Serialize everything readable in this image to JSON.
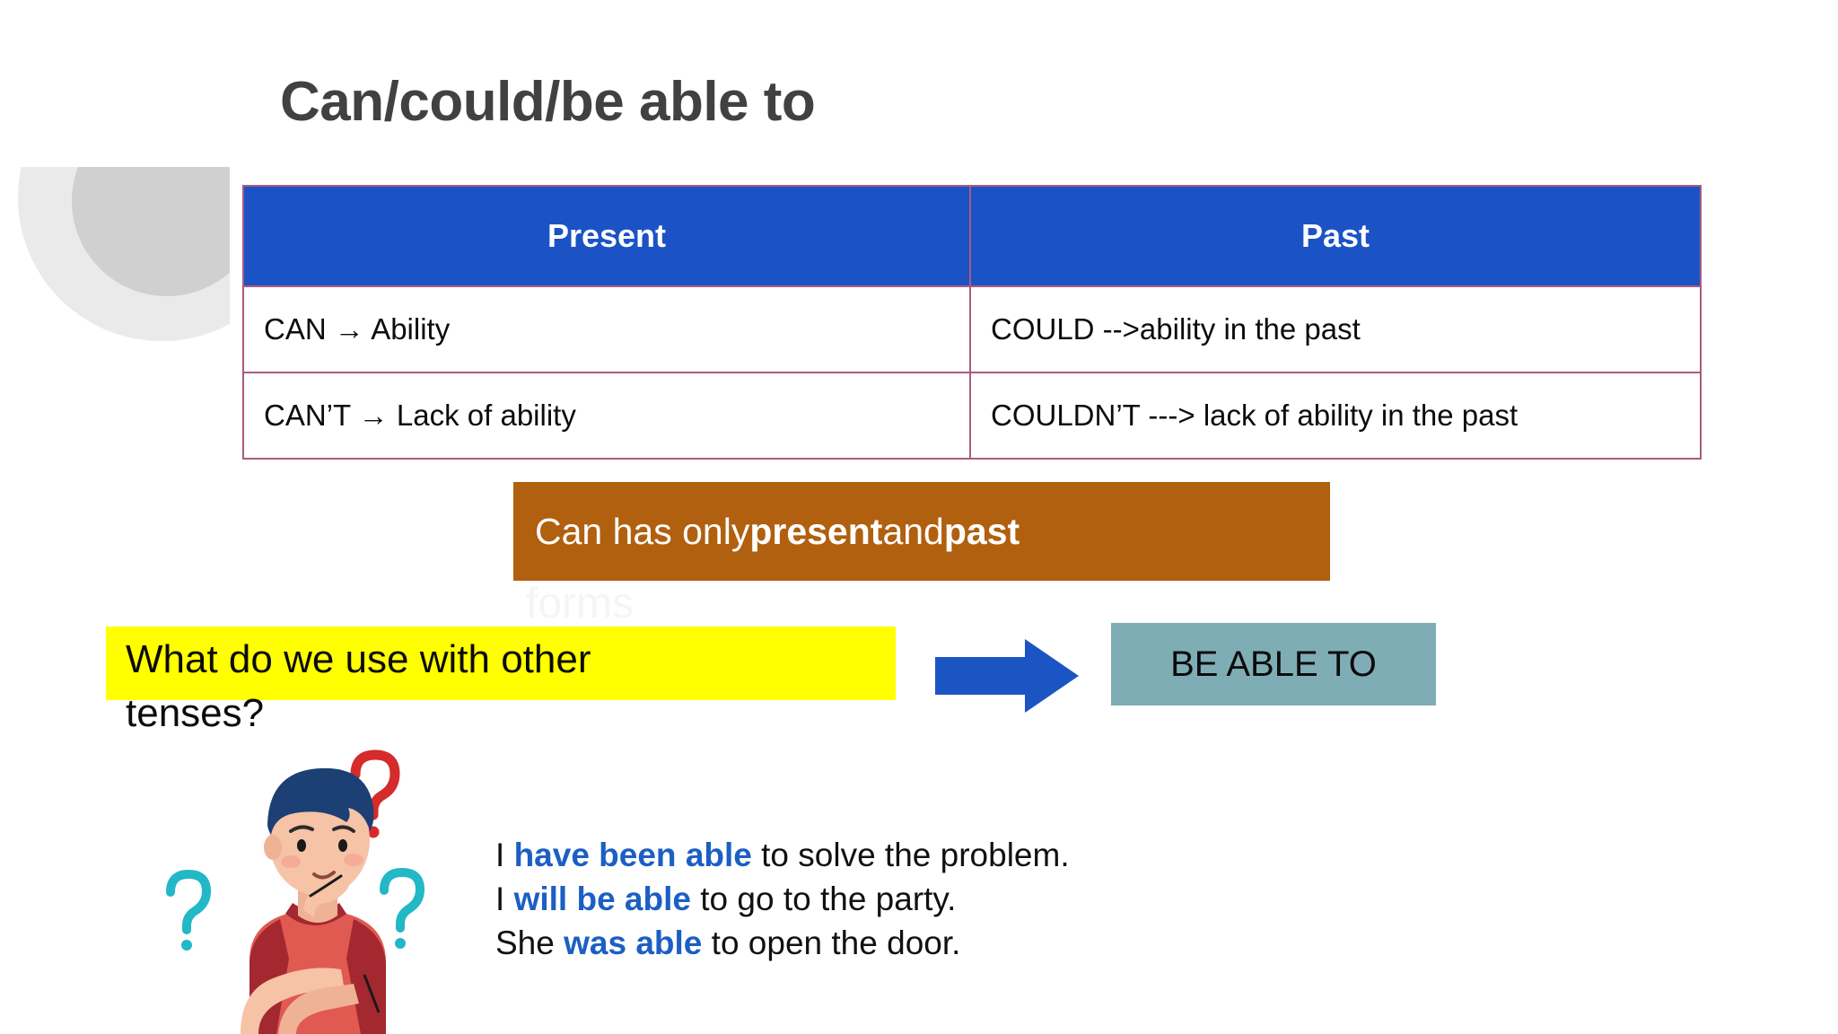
{
  "slide": {
    "title": "Can/could/be able to",
    "background_color": "#ffffff",
    "title_color": "#414141"
  },
  "decorations": {
    "circle_outer_color": "#eaeaea",
    "circle_inner_color": "#d0d0d0",
    "ghost_text": "forms",
    "ghost_text_color": "#f5f5f5"
  },
  "table": {
    "header_bg": "#1b53c7",
    "header_text_color": "#ffffff",
    "border_color": "#a85c7e",
    "columns": [
      "Present",
      "Past"
    ],
    "rows": [
      [
        "CAN → Ability",
        "COULD -->ability in the past"
      ],
      [
        "CAN’T → Lack of ability",
        "COULDN’T ---> lack of ability in the past"
      ]
    ]
  },
  "banner": {
    "bg": "#b0600e",
    "text_color": "#ffffff",
    "prefix": "Can has only ",
    "bold1": "present",
    "middle": " and ",
    "bold2": "past"
  },
  "question": {
    "highlight_color": "#ffff00",
    "line1": "What do we use with other",
    "line2": "tenses?"
  },
  "arrow": {
    "color": "#1b55c4",
    "direction": "right"
  },
  "answer_box": {
    "bg": "#7fadb6",
    "label": "BE ABLE TO",
    "text_color": "#0c0c0c"
  },
  "illustration": {
    "name": "thinking-man",
    "hair_color": "#1c3f74",
    "shirt_color": "#e05a52",
    "shirt_dark_color": "#a32830",
    "skin_color": "#f6c3a6",
    "question_mark_red": "#d52b2b",
    "question_mark_teal": "#22b8c6"
  },
  "examples": {
    "highlight_color": "#1c5fc4",
    "lines": [
      {
        "pre": "I ",
        "hl": "have been able",
        "post": " to solve the problem."
      },
      {
        "pre": "I ",
        "hl": "will be able",
        "post": " to go to the party."
      },
      {
        "pre": "She ",
        "hl": "was able",
        "post": " to open the door."
      }
    ]
  }
}
